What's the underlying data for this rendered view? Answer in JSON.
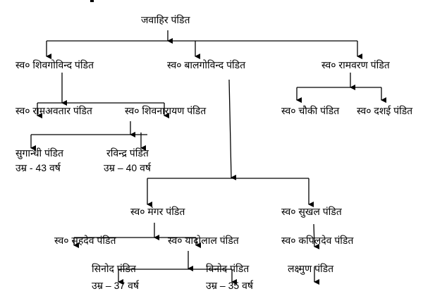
{
  "root": "जवाहिर पंडित",
  "gen1": {
    "shivgovind": "स्व० शिवगोविन्द पंडित",
    "balgovind": "स्व० बालगोविन्द पंडित",
    "ramvaran": "स्व० रामवरण पंडित"
  },
  "gen2": {
    "ramavatar": "स्व० रामअवतार पंडित",
    "shivnarayan": "स्व० शिवनारायण पंडित",
    "chauki": "स्व० चौकी पंडित",
    "dashai": "स्व० दशई पंडित",
    "mangar": "स्व० मंगर पंडित",
    "sukhal": "स्व० सुखल पंडित"
  },
  "gen3": {
    "sugandhi": "सुगान्धी पंडित",
    "sugandhi_age": "उम्र - 43 वर्ष",
    "ravindra": "रविन्द्र पंडित",
    "ravindra_age": "उम्र – 40 वर्ष",
    "sahdev": "स्व० सहदेव पंडित",
    "yadolal": "स्व० यादोलाल पंडित",
    "kapildev": "स्व० कपिलदेव पंडित"
  },
  "gen4": {
    "sinod": "सिनोद पंडित",
    "sinod_age": "उम्र – 37 वर्ष",
    "vinod": "विनोद पंडित",
    "vinod_age": "उम्र – 35 वर्ष",
    "lakshman": "लक्ष्मुण पंडित"
  }
}
